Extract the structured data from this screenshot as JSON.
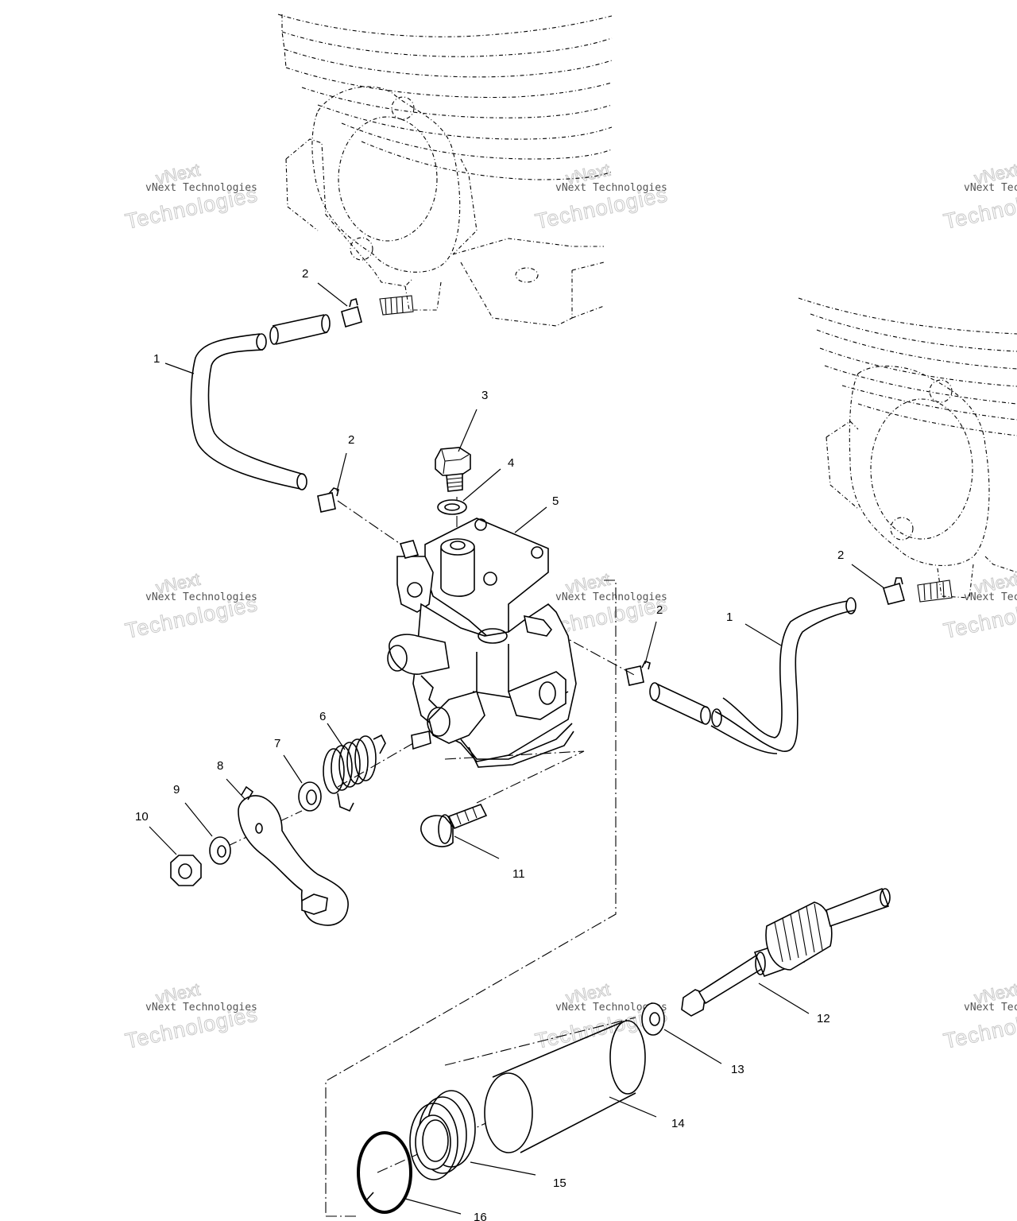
{
  "watermark": {
    "line1": "vNext Technologies",
    "line2": "Technologies",
    "line3": "vNext"
  },
  "callouts": {
    "c1a": "1",
    "c1b": "1",
    "c2a": "2",
    "c2b": "2",
    "c2c": "2",
    "c2d": "2",
    "c3": "3",
    "c4": "4",
    "c5": "5",
    "c6": "6",
    "c7": "7",
    "c8": "8",
    "c9": "9",
    "c10": "10",
    "c11": "11",
    "c12": "12",
    "c13": "13",
    "c14": "14",
    "c15": "15",
    "c16": "16"
  }
}
